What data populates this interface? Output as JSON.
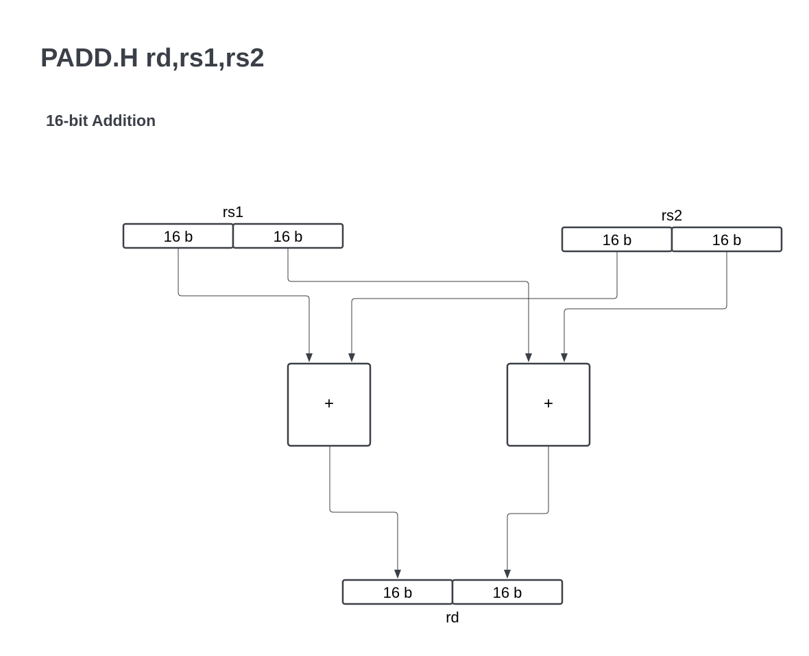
{
  "title": "PADD.H rd,rs1,rs2",
  "subtitle": "16-bit Addition",
  "registers": {
    "rs1": {
      "label": "rs1",
      "fields": [
        "16 b",
        "16 b"
      ]
    },
    "rs2": {
      "label": "rs2",
      "fields": [
        "16 b",
        "16 b"
      ]
    },
    "rd": {
      "label": "rd",
      "fields": [
        "16 b",
        "16 b"
      ]
    }
  },
  "adders": [
    {
      "op": "+"
    },
    {
      "op": "+"
    }
  ],
  "colors": {
    "text_dark": "#3b3f47",
    "stroke": "#3b3f47",
    "background": "#ffffff"
  }
}
